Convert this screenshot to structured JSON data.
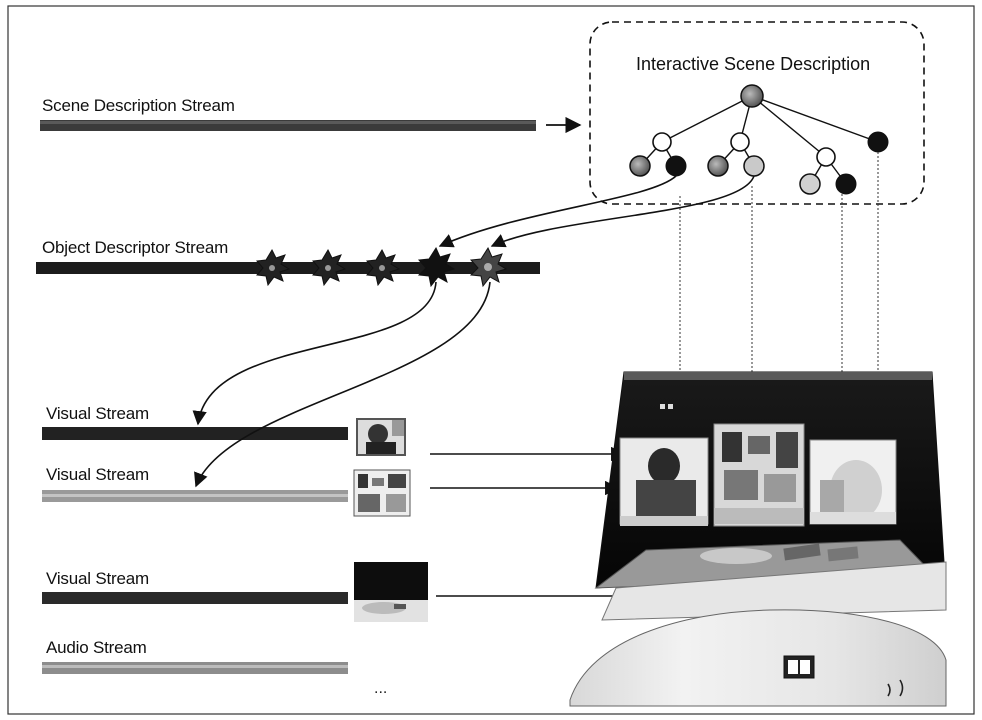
{
  "scene_description": {
    "title": "Interactive Scene Description"
  },
  "streams": {
    "scene_description": "Scene Description Stream",
    "object_descriptor": "Object Descriptor Stream",
    "visual_1": "Visual Stream",
    "visual_2": "Visual Stream",
    "visual_3": "Visual Stream",
    "audio": "Audio Stream"
  },
  "ellipsis": "..."
}
